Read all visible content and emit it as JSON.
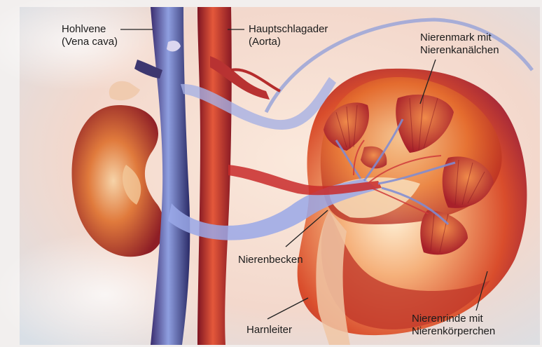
{
  "labels": {
    "hohlvene": {
      "line1": "Hohlvene",
      "line2": "(Vena cava)"
    },
    "aorta": {
      "line1": "Hauptschlagader",
      "line2": "(Aorta)"
    },
    "nierenmark": {
      "line1": "Nierenmark mit",
      "line2": "Nierenkanälchen"
    },
    "nierenbecken": {
      "line1": "Nierenbecken"
    },
    "harnleiter": {
      "line1": "Harnleiter"
    },
    "nierenrinde": {
      "line1": "Nierenrinde mit",
      "line2": "Nierenkörperchen"
    }
  }
}
